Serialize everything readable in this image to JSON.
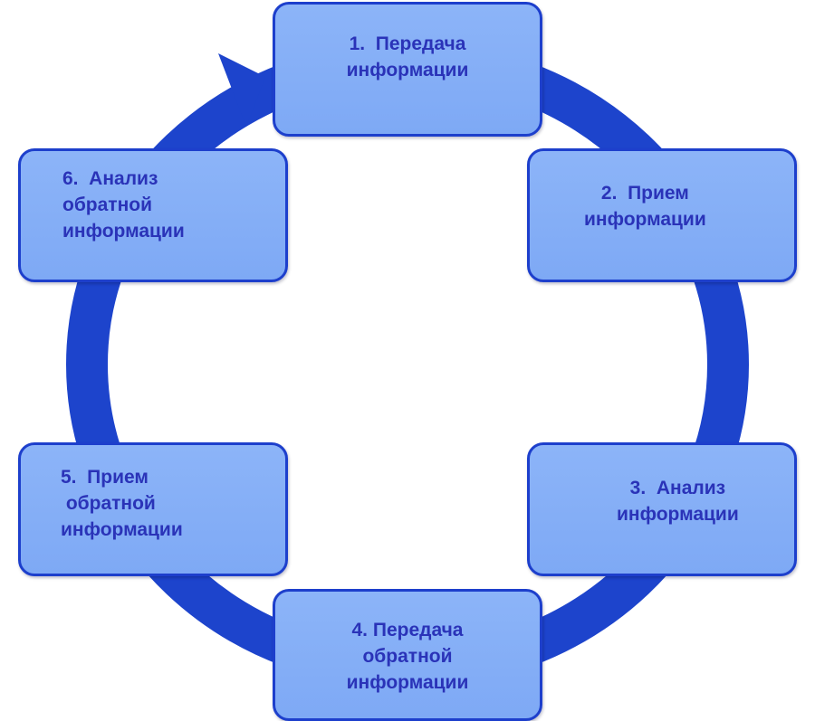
{
  "colors": {
    "ring": "#1d44cc",
    "box_fill": "#86aff7",
    "box_border": "#1d3fcc",
    "text": "#2a33b8"
  },
  "icons": {
    "arrowhead": "arrowhead-icon"
  },
  "steps": [
    {
      "label": "1.  Передача\nинформации"
    },
    {
      "label": "2.  Прием\nинформации"
    },
    {
      "label": "3.  Анализ\nинформации"
    },
    {
      "label": "4. Передача\nобратной\nинформации"
    },
    {
      "label": "5.  Прием\n обратной\nинформации"
    },
    {
      "label": "6.  Анализ\nобратной\nинформации"
    }
  ]
}
